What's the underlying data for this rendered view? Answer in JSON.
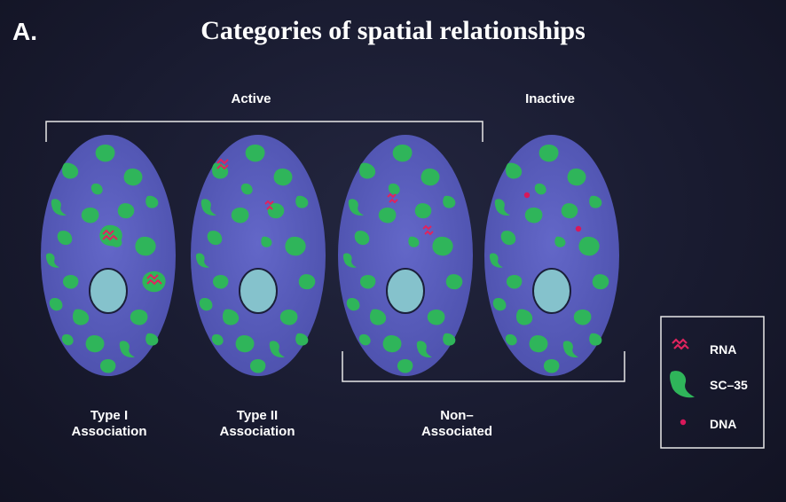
{
  "panel_label": "A.",
  "title": "Categories of spatial relationships",
  "groups": {
    "active": "Active",
    "inactive": "Inactive"
  },
  "captions": {
    "type1_line1": "Type I",
    "type1_line2": "Association",
    "type2_line1": "Type II",
    "type2_line2": "Association",
    "nonassoc_line1": "Non–",
    "nonassoc_line2": "Associated"
  },
  "legend": {
    "rna": "RNA",
    "sc35": "SC–35",
    "dna": "DNA"
  },
  "colors": {
    "background": "#1a1c31",
    "cell": "#5b5fc0",
    "sc35": "#2fb55a",
    "nucleolus": "#85c2cc",
    "rna": "#e0245e",
    "dna": "#d9185a",
    "line": "#e8e8e8"
  }
}
